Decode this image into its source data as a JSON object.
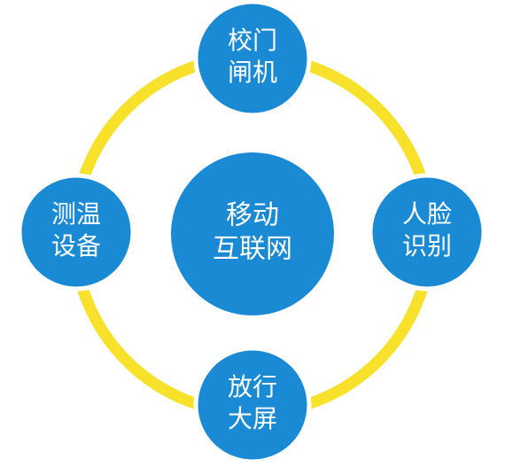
{
  "colors": {
    "ring": "#F7E12B",
    "node_fill": "#1A8AD4",
    "node_stroke": "#ffffff",
    "label": "#ffffff"
  },
  "center": {
    "line1": "移动",
    "line2": "互联网"
  },
  "nodes": {
    "top": {
      "line1": "校门",
      "line2": "闸机"
    },
    "right": {
      "line1": "人脸",
      "line2": "识别"
    },
    "bottom": {
      "line1": "放行",
      "line2": "大屏"
    },
    "left": {
      "line1": "测温",
      "line2": "设备"
    }
  }
}
